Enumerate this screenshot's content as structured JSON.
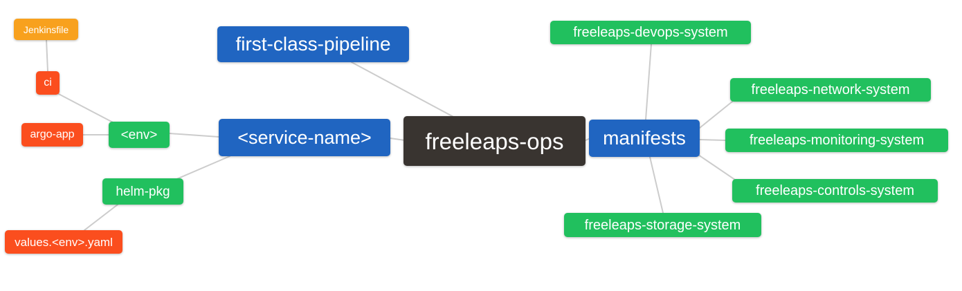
{
  "diagram": {
    "type": "mindmap",
    "root": "freeleaps_ops",
    "colors": {
      "root_bg": "#393430",
      "branch_blue": "#2065c1",
      "leaf_green": "#21c05e",
      "leaf_orange_red": "#fb4e1e",
      "leaf_amber": "#f8a11e",
      "edge": "#cccccc",
      "text": "#ffffff",
      "background": "#ffffff"
    },
    "nodes": {
      "jenkinsfile": {
        "label": "Jenkinsfile",
        "color": "#f8a11e"
      },
      "ci": {
        "label": "ci",
        "color": "#fb4e1e"
      },
      "argo_app": {
        "label": "argo-app",
        "color": "#fb4e1e"
      },
      "env": {
        "label": "<env>",
        "color": "#21c05e"
      },
      "helm_pkg": {
        "label": "helm-pkg",
        "color": "#21c05e"
      },
      "values_yaml": {
        "label": "values.<env>.yaml",
        "color": "#fb4e1e"
      },
      "first_class_pipeline": {
        "label": "first-class-pipeline",
        "color": "#2065c1"
      },
      "service_name": {
        "label": "<service-name>",
        "color": "#2065c1"
      },
      "freeleaps_ops": {
        "label": "freeleaps-ops",
        "color": "#393430"
      },
      "manifests": {
        "label": "manifests",
        "color": "#2065c1"
      },
      "devops_system": {
        "label": "freeleaps-devops-system",
        "color": "#21c05e"
      },
      "network_system": {
        "label": "freeleaps-network-system",
        "color": "#21c05e"
      },
      "monitoring_system": {
        "label": "freeleaps-monitoring-system",
        "color": "#21c05e"
      },
      "controls_system": {
        "label": "freeleaps-controls-system",
        "color": "#21c05e"
      },
      "storage_system": {
        "label": "freeleaps-storage-system",
        "color": "#21c05e"
      }
    },
    "edges": [
      [
        "ci",
        "jenkinsfile"
      ],
      [
        "env",
        "ci"
      ],
      [
        "env",
        "argo_app"
      ],
      [
        "service_name",
        "env"
      ],
      [
        "service_name",
        "helm_pkg"
      ],
      [
        "helm_pkg",
        "values_yaml"
      ],
      [
        "freeleaps_ops",
        "first_class_pipeline"
      ],
      [
        "freeleaps_ops",
        "service_name"
      ],
      [
        "freeleaps_ops",
        "manifests"
      ],
      [
        "manifests",
        "devops_system"
      ],
      [
        "manifests",
        "network_system"
      ],
      [
        "manifests",
        "monitoring_system"
      ],
      [
        "manifests",
        "controls_system"
      ],
      [
        "manifests",
        "storage_system"
      ]
    ]
  }
}
